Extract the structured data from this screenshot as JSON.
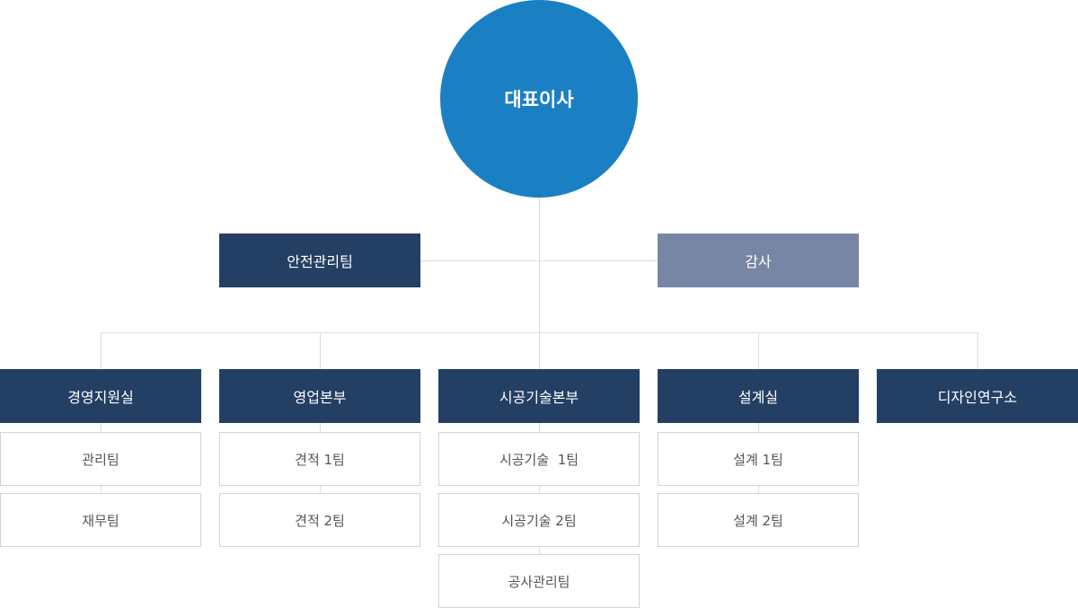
{
  "ceo": {
    "label": "대표이사"
  },
  "staff": {
    "safety": "안전관리팀",
    "audit": "감사"
  },
  "divisions": [
    {
      "label": "경영지원실",
      "teams": [
        "관리팀",
        "재무팀"
      ]
    },
    {
      "label": "영업본부",
      "teams": [
        "견적 1팀",
        "견적 2팀"
      ]
    },
    {
      "label": "시공기술본부",
      "teams": [
        "시공기술  1팀",
        "시공기술 2팀",
        "공사관리팀"
      ]
    },
    {
      "label": "설계실",
      "teams": [
        "설계 1팀",
        "설계 2팀"
      ]
    },
    {
      "label": "디자인연구소",
      "teams": []
    }
  ],
  "colors": {
    "ceo": "#1b80c3",
    "division": "#243f64",
    "audit": "#7886a5",
    "connector": "#d9dde3"
  }
}
